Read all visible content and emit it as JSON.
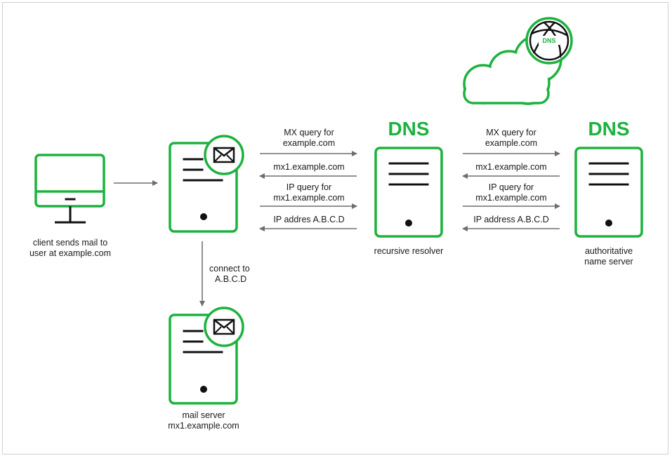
{
  "colors": {
    "accent": "#1db23e",
    "arrow": "#6e6e6e",
    "ink": "#111111"
  },
  "icons": [
    "monitor-icon",
    "server-icon",
    "envelope-icon",
    "cloud-icon",
    "globe-icon"
  ],
  "client": {
    "label_line1": "client sends mail to",
    "label_line2": "user at example.com"
  },
  "sending_server": {},
  "mail_server": {
    "label_line1": "mail server",
    "label_line2": "mx1.example.com"
  },
  "connect": {
    "line1": "connect to",
    "line2": "A.B.C.D"
  },
  "recursive": {
    "title": "DNS",
    "label": "recursive resolver"
  },
  "authoritative": {
    "title": "DNS",
    "label_line1": "authoritative",
    "label_line2": "name server"
  },
  "cloud": {
    "globe_text": "DNS"
  },
  "left_messages": {
    "mx_query_1": "MX query for",
    "mx_query_2": "example.com",
    "mx_reply": "mx1.example.com",
    "ip_query_1": "IP query for",
    "ip_query_2": "mx1.example.com",
    "ip_reply": "IP addres A.B.C.D"
  },
  "right_messages": {
    "mx_query_1": "MX query for",
    "mx_query_2": "example.com",
    "mx_reply": "mx1.example.com",
    "ip_query_1": "IP query for",
    "ip_query_2": "mx1.example.com",
    "ip_reply": "IP address A.B.C.D"
  }
}
